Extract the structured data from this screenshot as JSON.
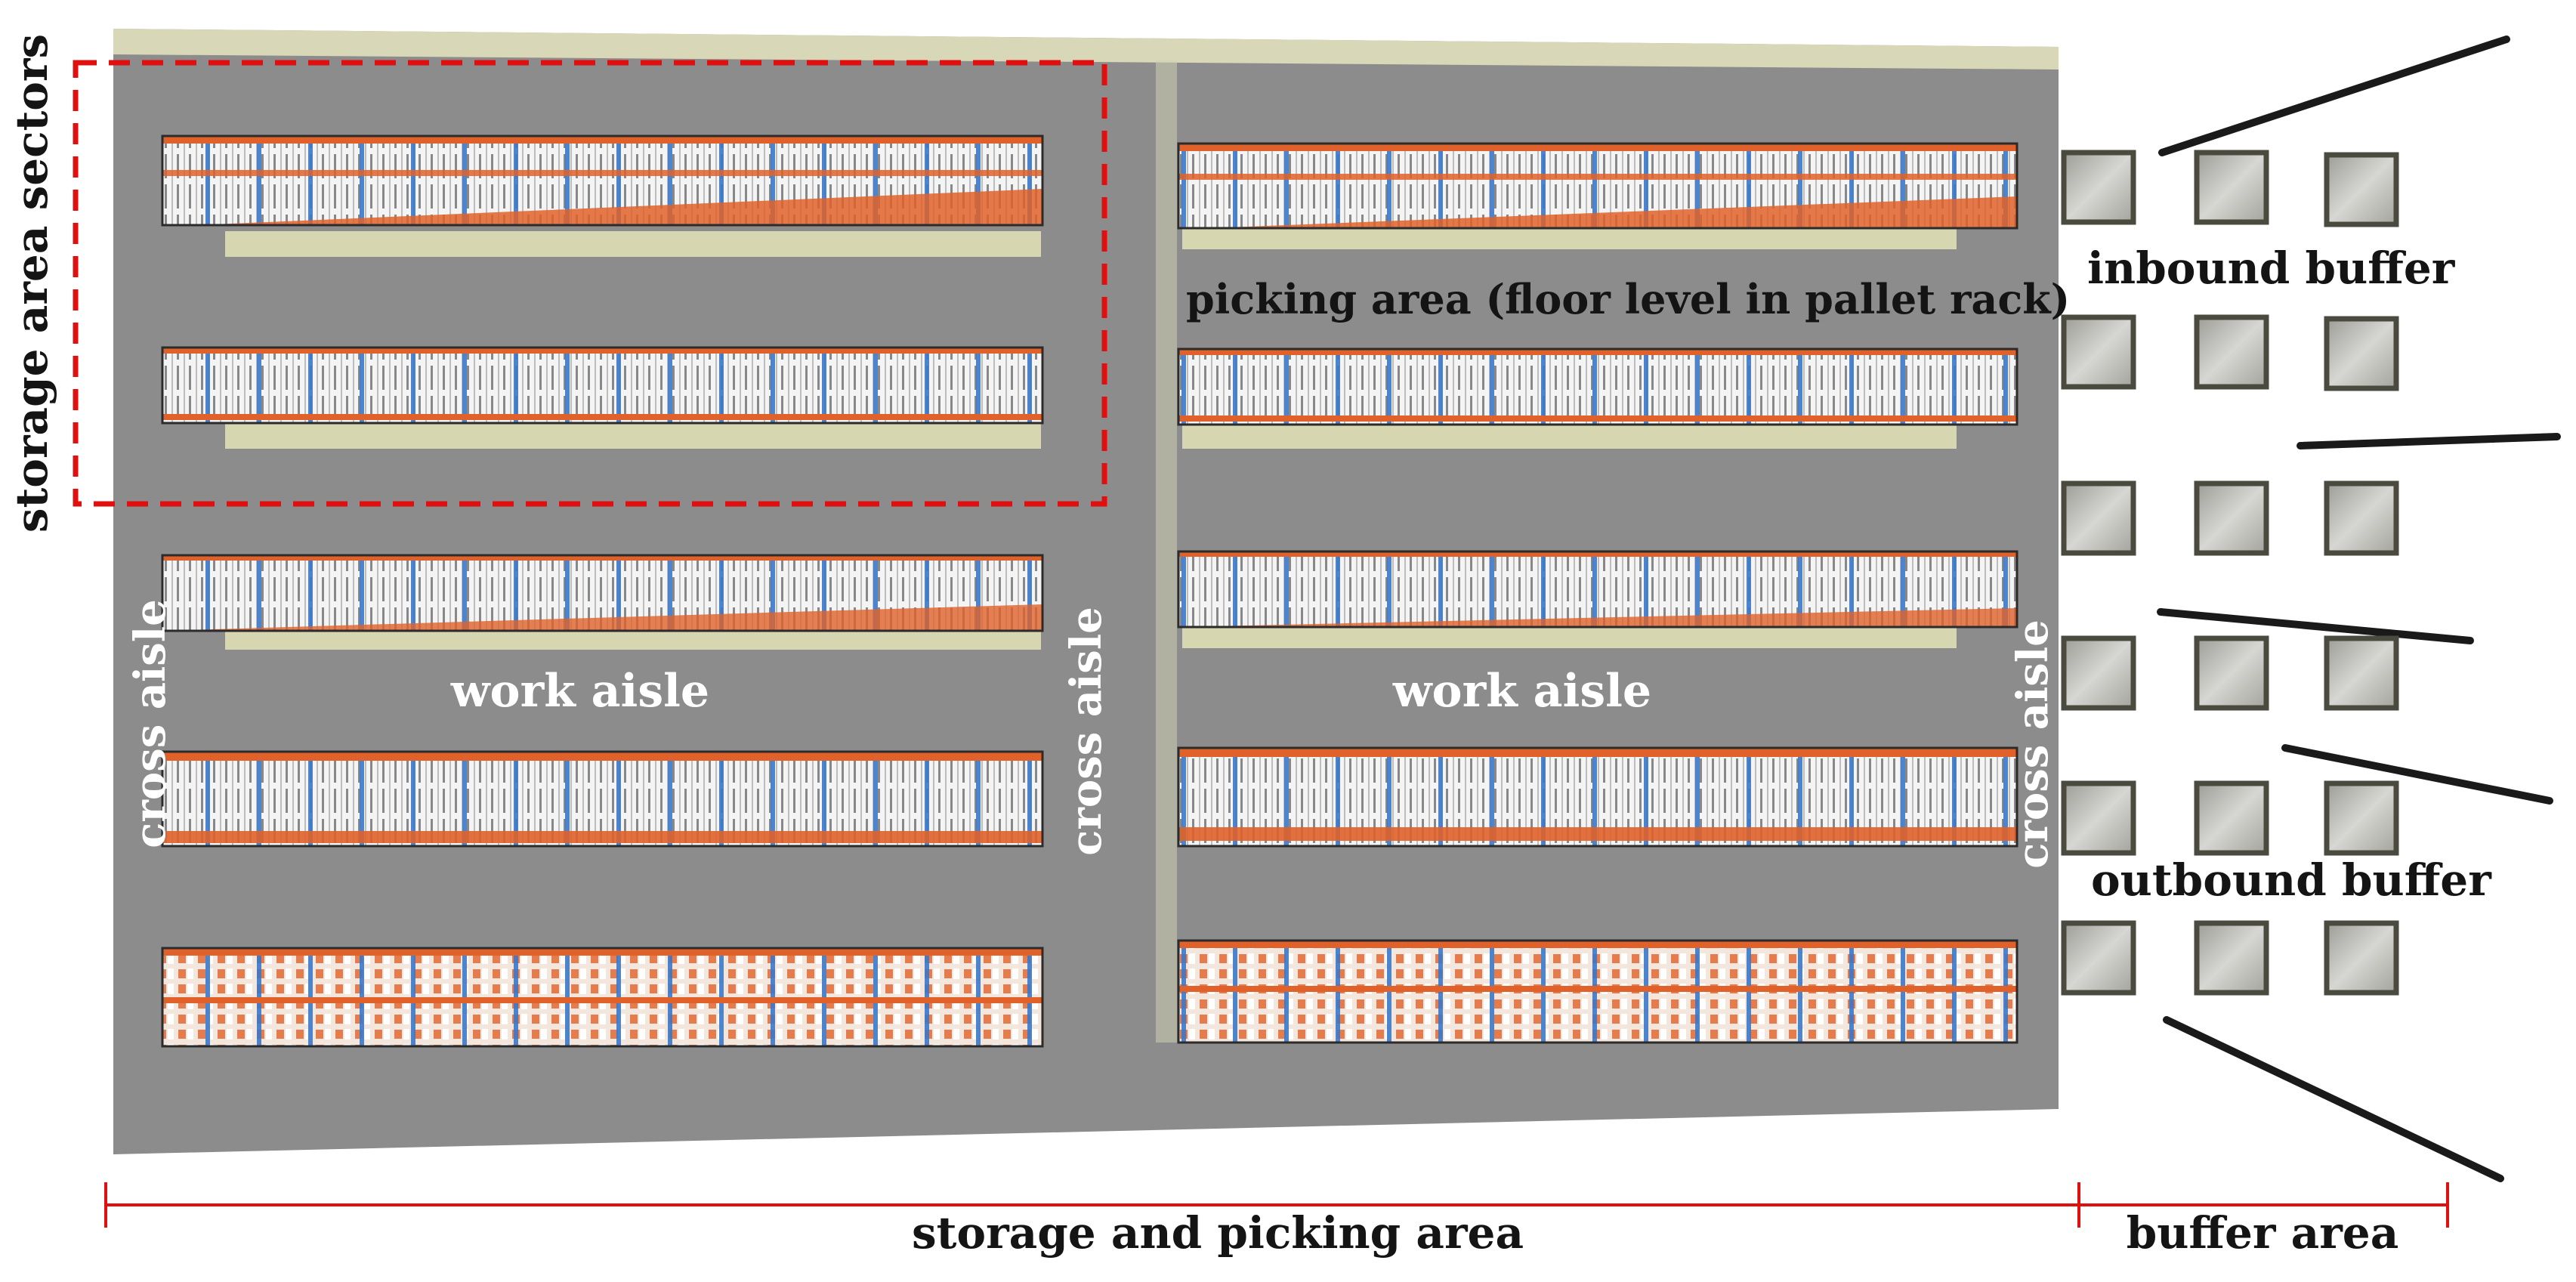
{
  "labels": {
    "storage_area_sectors": "storage area sectors",
    "picking_area": "picking area (floor level in pallet rack)",
    "inbound_buffer": "inbound buffer",
    "outbound_buffer": "outbound buffer",
    "work_aisle_left": "work aisle",
    "work_aisle_right": "work aisle",
    "cross_aisle_left": "cross aisle",
    "cross_aisle_center": "cross aisle",
    "cross_aisle_right": "cross aisle",
    "storage_and_picking_area": "storage and picking area",
    "buffer_area": "buffer area"
  },
  "colors": {
    "floor": "#8c8c8c",
    "wall": "#d8d8b8",
    "rack_upright": "#3a78c9",
    "rack_beam": "#e0622a",
    "rack_shadow": "#2b2b2b",
    "rack_base": "#d6d6b0",
    "sector_outline": "#e01010",
    "dimension_line": "#e01010",
    "buffer_box_border": "#4a4a3e",
    "buffer_box_fill": "#c4c4c0",
    "label_dark": "#141414",
    "label_light": "#ffffff"
  }
}
